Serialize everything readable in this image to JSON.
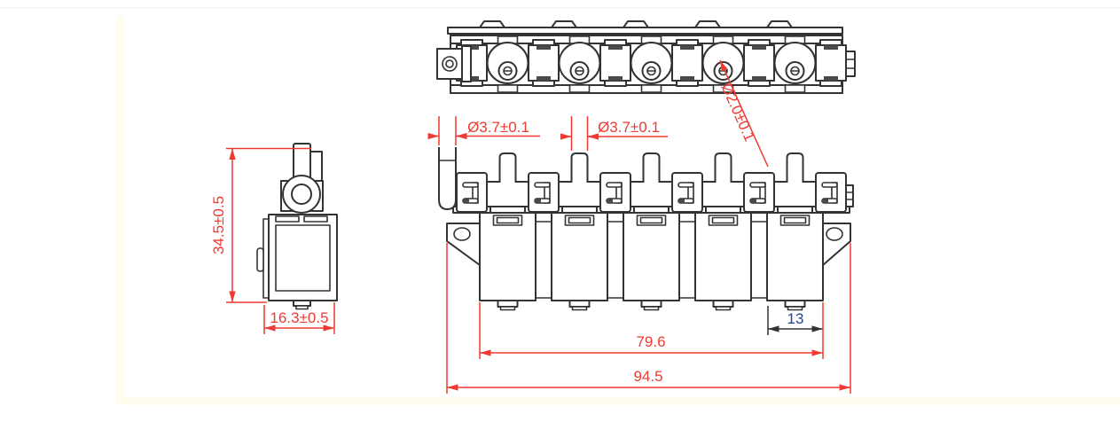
{
  "drawing": {
    "kind": "engineering-drawing",
    "component": "5-station miniature solenoid valve manifold",
    "valve_count": 5,
    "colors": {
      "line": "#333333",
      "dimension_red": "#ee3a31",
      "dimension_blue": "#26458c",
      "background": "#ffffff"
    },
    "views": {
      "top": {
        "dim_orifice": {
          "label": "Ø2.0±0.1",
          "style": "leader",
          "color": "red"
        }
      },
      "side": {
        "dim_height": {
          "label": "34.5±0.5",
          "orientation": "vertical",
          "color": "red"
        },
        "dim_width": {
          "label": "16.3±0.5",
          "orientation": "horizontal",
          "color": "red"
        }
      },
      "front": {
        "dim_port_left": {
          "label": "Ø3.7±0.1",
          "color": "red"
        },
        "dim_port_mid": {
          "label": "Ø3.7±0.1",
          "color": "red"
        },
        "dim_pitch": {
          "label": "13",
          "color": "blue"
        },
        "dim_body_span": {
          "label": "79.6",
          "color": "red"
        },
        "dim_overall": {
          "label": "94.5",
          "color": "red"
        }
      }
    }
  }
}
